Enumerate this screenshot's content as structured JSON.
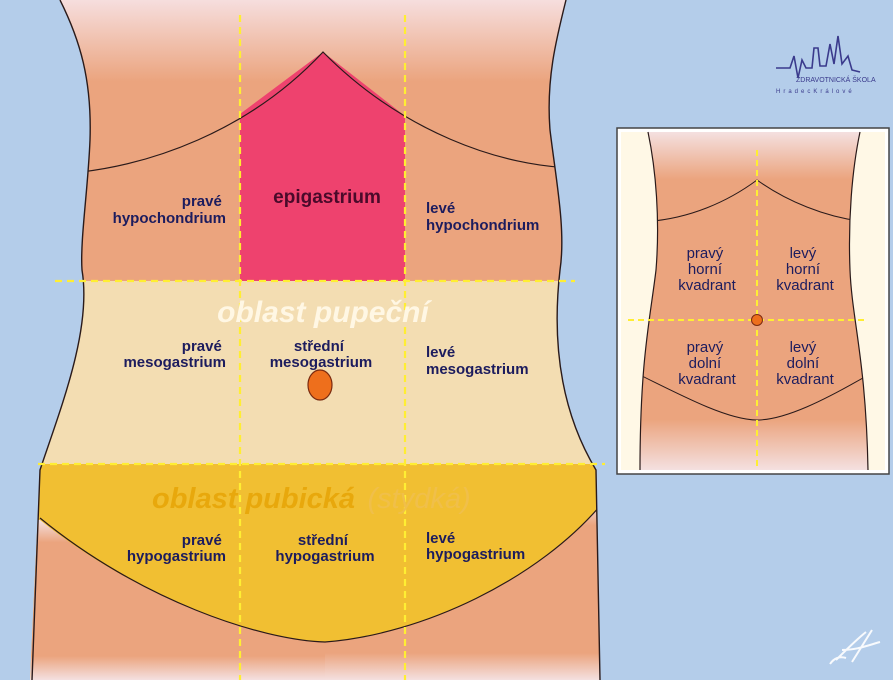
{
  "regions": {
    "right_hypochondrium": [
      "pravé",
      "hypochondrium"
    ],
    "epigastrium": "epigastrium",
    "left_hypochondrium": [
      "levé",
      "hypochondrium"
    ],
    "umbilical_area_title": "oblast pupeční",
    "right_mesogastrium": [
      "pravé",
      "mesogastrium"
    ],
    "middle_mesogastrium": [
      "střední",
      "mesogastrium"
    ],
    "left_mesogastrium": [
      "levé",
      "mesogastrium"
    ],
    "pubic_area_title": "oblast pubická",
    "pubic_area_subtitle": "(stydká)",
    "right_hypogastrium": [
      "pravé",
      "hypogastrium"
    ],
    "middle_hypogastrium": [
      "střední",
      "hypogastrium"
    ],
    "left_hypogastrium": [
      "levé",
      "hypogastrium"
    ]
  },
  "quadrants": {
    "right_upper": [
      "pravý",
      "horní",
      "kvadrant"
    ],
    "left_upper": [
      "levý",
      "horní",
      "kvadrant"
    ],
    "right_lower": [
      "pravý",
      "dolní",
      "kvadrant"
    ],
    "left_lower": [
      "levý",
      "dolní",
      "kvadrant"
    ]
  },
  "logo": {
    "name": "ZDRAVOTNICKÁ ŠKOLA",
    "city": "HradecKrálové"
  },
  "colors": {
    "background": "#b4cdea",
    "skin": "#eba47e",
    "epigastrium": "#ee426e",
    "umbilical": "#f3ddb2",
    "pubic": "#f1bf32",
    "divider": "#ffee33",
    "navel": "#ee6f1c",
    "text": "#1c1c5e"
  }
}
